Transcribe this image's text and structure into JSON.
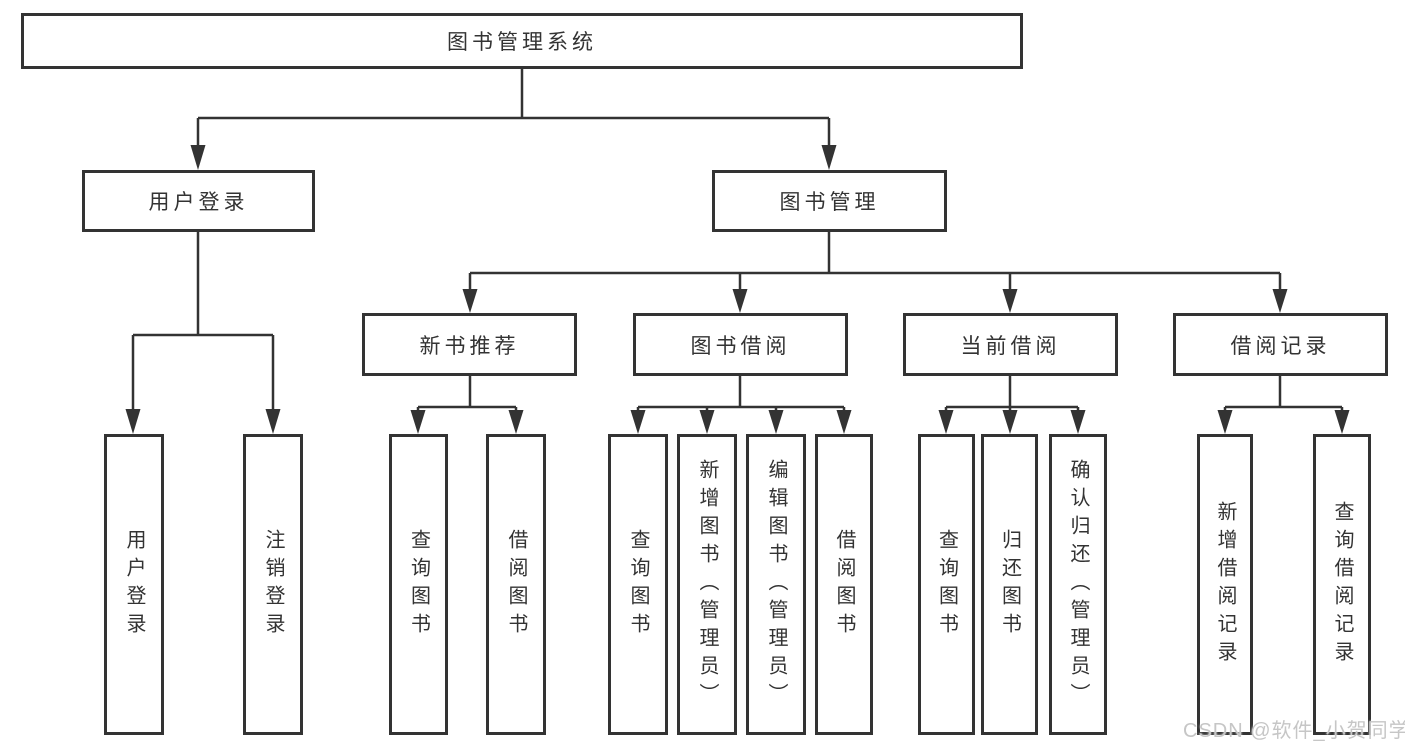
{
  "page": {
    "background": "#ffffff"
  },
  "colors": {
    "line": "#333333",
    "text": "#333333",
    "box_fill": "#ffffff",
    "watermark": "#c6c6c6"
  },
  "watermark": {
    "text": "CSDN @软件_小贺同学"
  },
  "tree": {
    "root": {
      "label": "图书管理系统",
      "children": [
        {
          "label": "用户登录",
          "children": [
            {
              "label": "用户登录"
            },
            {
              "label": "注销登录"
            }
          ]
        },
        {
          "label": "图书管理",
          "children": [
            {
              "label": "新书推荐",
              "children": [
                {
                  "label": "查询图书"
                },
                {
                  "label": "借阅图书"
                }
              ]
            },
            {
              "label": "图书借阅",
              "children": [
                {
                  "label": "查询图书"
                },
                {
                  "label": "新增图书（管理员）"
                },
                {
                  "label": "编辑图书（管理员）"
                },
                {
                  "label": "借阅图书"
                }
              ]
            },
            {
              "label": "当前借阅",
              "children": [
                {
                  "label": "查询图书"
                },
                {
                  "label": "归还图书"
                },
                {
                  "label": "确认归还（管理员）"
                }
              ]
            },
            {
              "label": "借阅记录",
              "children": [
                {
                  "label": "新增借阅记录"
                },
                {
                  "label": "查询借阅记录"
                }
              ]
            }
          ]
        }
      ]
    }
  }
}
